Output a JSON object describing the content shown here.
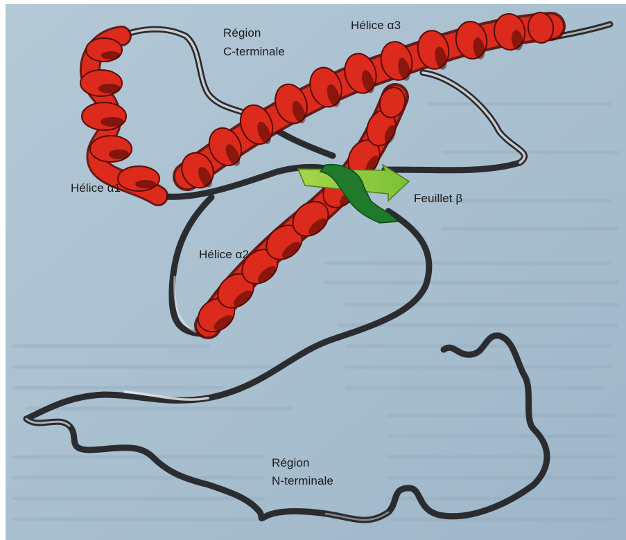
{
  "figure": {
    "colors": {
      "background": "#a9c0d0",
      "helix": "#dc2a1c",
      "helix_shadow": "#5a0a05",
      "coil": "#2a2c30",
      "coil_highlight": "#e6e8ea",
      "sheet_light": "#a6d64a",
      "sheet_dark": "#1f7a2c",
      "label_text": "#1a1a1a"
    },
    "labels": {
      "c_terminal_line1": "Région",
      "c_terminal_line2": "C-terminale",
      "helix_a3": "Hélice α3",
      "helix_a1": "Hélice α1",
      "helix_a2": "Hélice α2",
      "sheet": "Feuillet β",
      "n_terminal_line1": "Région",
      "n_terminal_line2": "N-terminale"
    }
  }
}
